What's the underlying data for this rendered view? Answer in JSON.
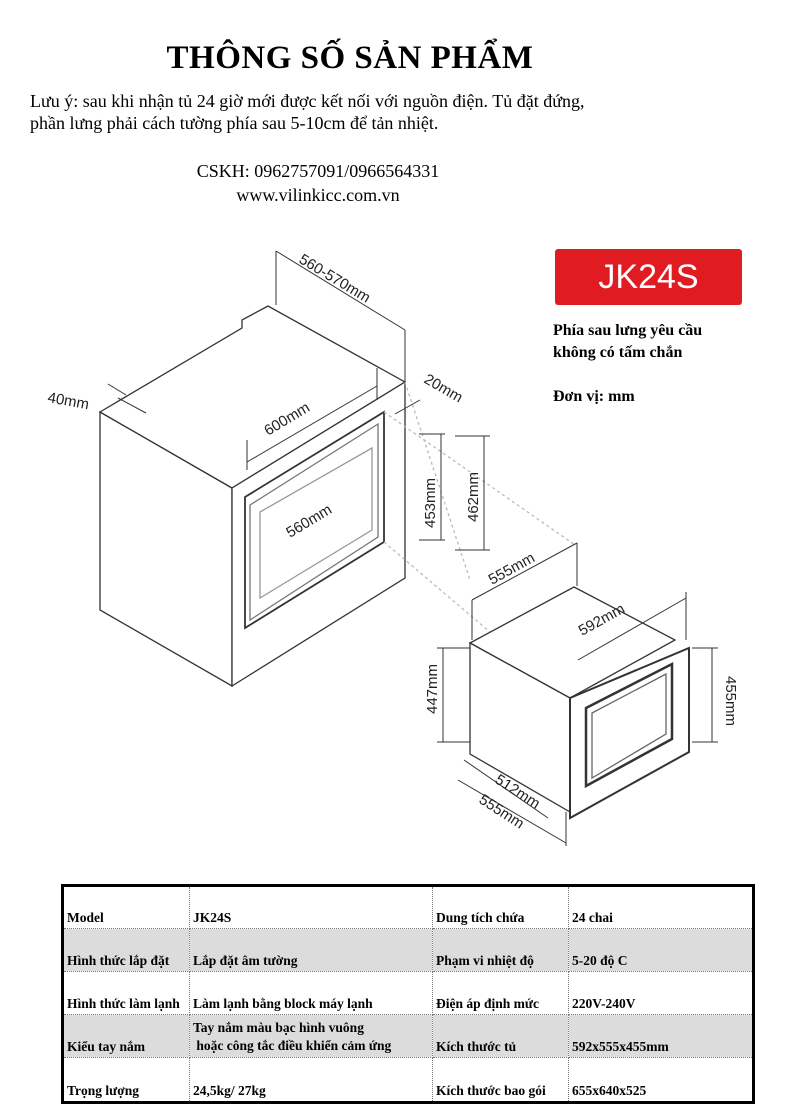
{
  "header": {
    "title": "THÔNG SỐ SẢN PHẨM",
    "note_line1": "Lưu ý: sau khi nhận tủ 24 giờ mới được kết nối với nguồn điện. Tủ đặt đứng,",
    "note_line2": "phần lưng phải cách tường phía sau 5-10cm để tản nhiệt.",
    "cskh": "CSKH: 0962757091/0966564331",
    "website": "www.vilinkicc.com.vn"
  },
  "badge": {
    "model": "JK24S",
    "color": "#e01b22"
  },
  "side_note": {
    "line1": "Phía sau lưng yêu cầu",
    "line2": "không có tấm chắn",
    "unit": "Đơn vị: mm"
  },
  "dimensions": {
    "cabinet_depth": "560-570mm",
    "panel": "40mm",
    "cabinet_width": "600mm",
    "gap": "20mm",
    "opening_inner_h": "453mm",
    "opening_outer_h": "462mm",
    "opening_w": "560mm",
    "unit_depth_top": "555mm",
    "unit_width": "592mm",
    "unit_body_h": "447mm",
    "unit_front_h": "455mm",
    "unit_body_depth": "512mm",
    "unit_depth_bottom": "555mm"
  },
  "specs": {
    "rows": [
      {
        "label1": "Model",
        "value1": "JK24S",
        "label2": "Dung tích chứa",
        "value2": "24 chai"
      },
      {
        "label1": "Hình thức lắp đặt",
        "value1": "Lắp đặt âm tường",
        "label2": "Phạm vi nhiệt độ",
        "value2": "5-20 độ C"
      },
      {
        "label1": "Hình thức làm lạnh",
        "value1": "Làm lạnh bằng block máy lạnh",
        "label2": "Điện áp định mức",
        "value2": "220V-240V"
      },
      {
        "label1": "Kiểu tay nắm",
        "value1_line1": "Tay nắm màu bạc hình vuông",
        "value1_line2": " hoặc công tắc điều khiển cảm ứng",
        "label2": "Kích thước tủ",
        "value2": "592x555x455mm"
      },
      {
        "label1": "Trọng lượng",
        "value1": "24,5kg/ 27kg",
        "label2": "Kích thước bao gói",
        "value2": "655x640x525"
      }
    ]
  }
}
